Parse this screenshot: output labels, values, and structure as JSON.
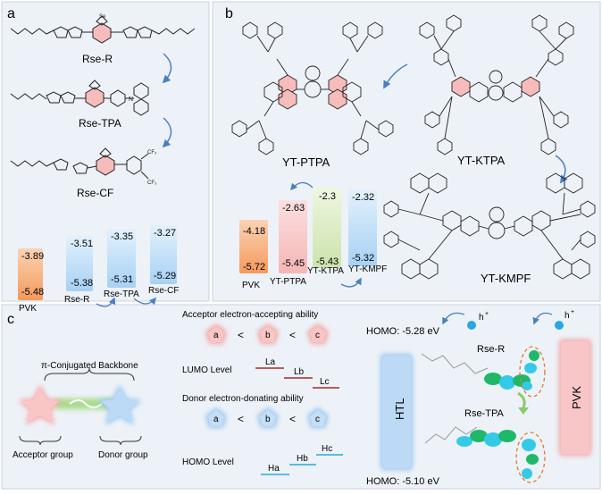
{
  "panel_a": {
    "label": "a",
    "molecules": [
      "Rse-R",
      "Rse-TPA",
      "Rse-CF"
    ],
    "energy_diagram": {
      "items": [
        {
          "name": "PVK",
          "lumo": "-3.89",
          "homo": "-5.48",
          "color": "#f4a46b"
        },
        {
          "name": "Rse-R",
          "lumo": "-3.51",
          "homo": "-5.38",
          "color": "#a9d4f5"
        },
        {
          "name": "Rse-TPA",
          "lumo": "-3.35",
          "homo": "-5.31",
          "color": "#a9d4f5"
        },
        {
          "name": "Rse-CF",
          "lumo": "-3.27",
          "homo": "-5.29",
          "color": "#a9d4f5"
        }
      ]
    }
  },
  "panel_b": {
    "label": "b",
    "molecules": [
      "YT-PTPA",
      "YT-KTPA",
      "YT-KMPF"
    ],
    "energy_diagram": {
      "items": [
        {
          "name": "PVK",
          "lumo": "-4.18",
          "homo": "-5.72",
          "color": "#f4a46b"
        },
        {
          "name": "YT-PTPA",
          "lumo": "-2.63",
          "homo": "-5.45",
          "color": "#f7c0c0"
        },
        {
          "name": "YT-KTPA",
          "lumo": "-2.3",
          "homo": "-5.43",
          "color": "#d2e6b5"
        },
        {
          "name": "YT-KMPF",
          "lumo": "-2.32",
          "homo": "-5.32",
          "color": "#a9d4f5"
        }
      ]
    }
  },
  "panel_c": {
    "label": "c",
    "backbone": "π-Conjugated Backbone",
    "acceptor_group": "Acceptor group",
    "donor_group": "Donor group",
    "acceptor_ability": "Acceptor electron-accepting  ability",
    "acceptor_series": [
      "a",
      "b",
      "c"
    ],
    "less_than": "<",
    "lumo_level": "LUMO Level",
    "lumo_labels": [
      "La",
      "Lb",
      "Lc"
    ],
    "donor_ability": "Donor electron-donating  ability",
    "donor_series": [
      "a",
      "b",
      "c"
    ],
    "homo_level": "HOMO Level",
    "homo_labels": [
      "Ha",
      "Hb",
      "Hc"
    ],
    "hole": "h",
    "hole_sup": "+",
    "homo_top": "HOMO: -5.28 eV",
    "homo_bottom": "HOMO: -5.10 eV",
    "htl": "HTL",
    "pvk": "PVK",
    "mol_r": "Rse-R",
    "mol_tpa": "Rse-TPA"
  },
  "colors": {
    "panel_bg": "#edf2f8",
    "panel_border": "#c9d3df",
    "arrow": "#4a7fc1",
    "pink": "#f2a6a6",
    "blue": "#9cc8f0",
    "red_line": "#b02626",
    "blue_line": "#2aa7e0",
    "green": "#8cc870",
    "orange_dash": "#e07b2a"
  }
}
